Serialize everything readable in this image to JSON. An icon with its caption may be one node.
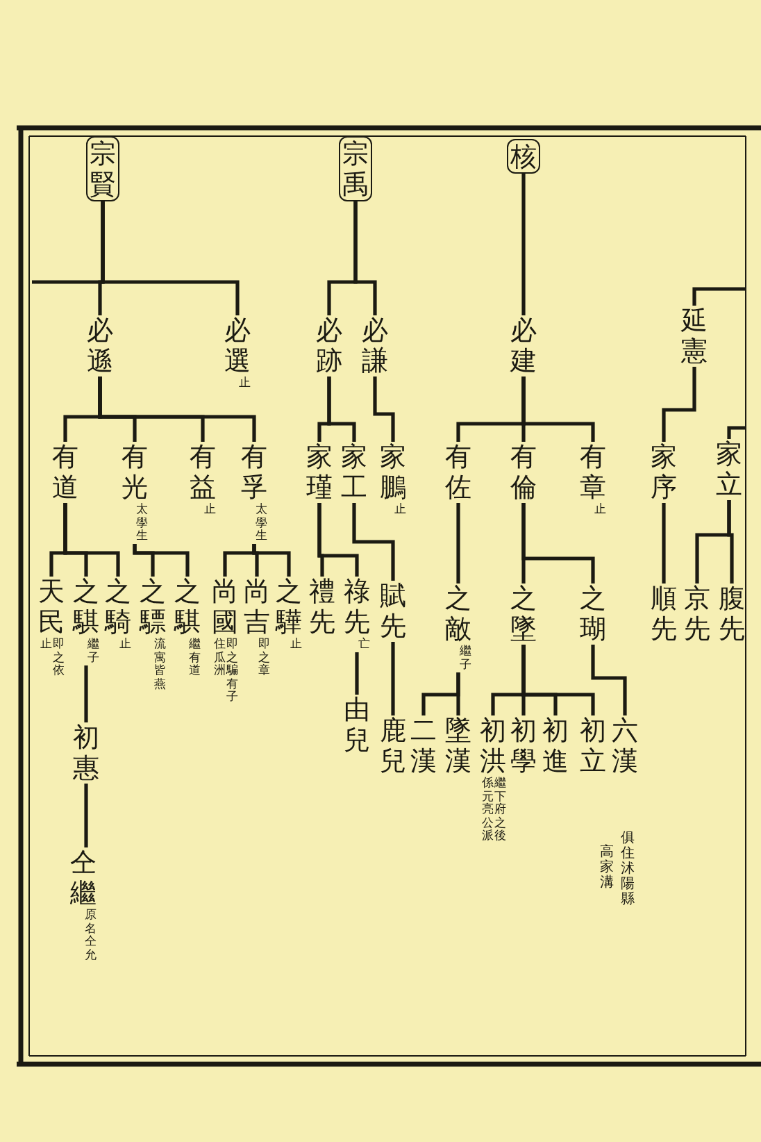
{
  "diagram": {
    "nodes": [
      {
        "text": [
          "宗賢"
        ]
      },
      {
        "text": [
          "宗禹"
        ]
      },
      {
        "text": [
          "核"
        ]
      },
      {
        "text": [
          "必遜"
        ]
      },
      {
        "text": [
          "必選"
        ],
        "beside": [
          "止"
        ]
      },
      {
        "text": [
          "必跡"
        ]
      },
      {
        "text": [
          "必謙"
        ]
      },
      {
        "text": [
          "必建"
        ]
      },
      {
        "text": [
          "延憲"
        ]
      },
      {
        "text": [
          "有道"
        ]
      },
      {
        "text": [
          "有光"
        ],
        "beside": [
          "太學生"
        ]
      },
      {
        "text": [
          "有益"
        ],
        "beside": [
          "止"
        ]
      },
      {
        "text": [
          "有孚"
        ],
        "beside": [
          "太學生"
        ]
      },
      {
        "text": [
          "家瑾"
        ]
      },
      {
        "text": [
          "家工"
        ]
      },
      {
        "text": [
          "家鵬"
        ],
        "beside": [
          "止"
        ]
      },
      {
        "text": [
          "有佐"
        ]
      },
      {
        "text": [
          "有倫"
        ]
      },
      {
        "text": [
          "有章"
        ],
        "beside": [
          "止"
        ]
      },
      {
        "text": [
          "家序"
        ]
      },
      {
        "text": [
          "家立"
        ]
      },
      {
        "text": [
          "天民"
        ],
        "beside": [
          "即之依",
          "止"
        ]
      },
      {
        "text": [
          "之騏"
        ],
        "beside": [
          "繼子"
        ]
      },
      {
        "text": [
          "之騎"
        ],
        "beside": [
          "止"
        ]
      },
      {
        "text": [
          "之驃"
        ],
        "beside": [
          "流寓皆燕"
        ]
      },
      {
        "text": [
          "之騏"
        ],
        "beside": [
          "繼有道"
        ]
      },
      {
        "text": [
          "尚國"
        ],
        "beside": [
          "即之騙有子",
          "住瓜洲"
        ]
      },
      {
        "text": [
          "尚吉"
        ],
        "beside": [
          "即之章"
        ]
      },
      {
        "text": [
          "之驊"
        ],
        "beside": [
          "止"
        ]
      },
      {
        "text": [
          "禮先"
        ]
      },
      {
        "text": [
          "祿先"
        ],
        "beside": [
          "亡"
        ]
      },
      {
        "text": [
          "賦先"
        ]
      },
      {
        "text": [
          "之敵"
        ],
        "beside": [
          "繼子"
        ]
      },
      {
        "text": [
          "之墜"
        ]
      },
      {
        "text": [
          "之瑚"
        ]
      },
      {
        "text": [
          "順先"
        ]
      },
      {
        "text": [
          "京先"
        ]
      },
      {
        "text": [
          "腹先"
        ]
      },
      {
        "text": [
          "初惠"
        ]
      },
      {
        "text": [
          "由兒"
        ]
      },
      {
        "text": [
          "鹿兒"
        ]
      },
      {
        "text": [
          "二漢"
        ]
      },
      {
        "text": [
          "墜漢"
        ]
      },
      {
        "text": [
          "初洪"
        ],
        "beside": [
          "繼下府之後",
          "係元亮公派"
        ]
      },
      {
        "text": [
          "初學"
        ]
      },
      {
        "text": [
          "初進"
        ]
      },
      {
        "text": [
          "初立"
        ]
      },
      {
        "text": [
          "六漢"
        ]
      },
      {
        "text": [
          "仝繼"
        ],
        "beside": [
          "原名仝允"
        ]
      }
    ],
    "edges": [
      {
        "from": 0,
        "to": null,
        "arrow": "none"
      },
      {
        "from": 0,
        "to": 3,
        "arrow": "none"
      },
      {
        "from": 0,
        "to": 4,
        "arrow": "none"
      },
      {
        "from": 1,
        "to": 5,
        "arrow": "none"
      },
      {
        "from": 1,
        "to": 6,
        "arrow": "none"
      },
      {
        "from": 2,
        "to": 7,
        "arrow": "none"
      },
      {
        "from": null,
        "to": 8,
        "arrow": "none"
      },
      {
        "from": 3,
        "to": 9,
        "arrow": "none"
      },
      {
        "from": 3,
        "to": 10,
        "arrow": "none"
      },
      {
        "from": 3,
        "to": 11,
        "arrow": "none"
      },
      {
        "from": 3,
        "to": 12,
        "arrow": "none"
      },
      {
        "from": 5,
        "to": 13,
        "arrow": "none"
      },
      {
        "from": 5,
        "to": 14,
        "arrow": "none"
      },
      {
        "from": 6,
        "to": 15,
        "arrow": "none"
      },
      {
        "from": 7,
        "to": 16,
        "arrow": "none"
      },
      {
        "from": 7,
        "to": 17,
        "arrow": "none"
      },
      {
        "from": 7,
        "to": 18,
        "arrow": "none"
      },
      {
        "from": 8,
        "to": 19,
        "arrow": "none"
      },
      {
        "from": null,
        "to": 20,
        "arrow": "none"
      },
      {
        "from": 9,
        "to": 21,
        "arrow": "none"
      },
      {
        "from": 9,
        "to": 22,
        "arrow": "none"
      },
      {
        "from": 9,
        "to": 23,
        "arrow": "none"
      },
      {
        "from": 10,
        "to": 24,
        "arrow": "none"
      },
      {
        "from": 10,
        "to": 25,
        "arrow": "none"
      },
      {
        "from": 12,
        "to": 26,
        "arrow": "none"
      },
      {
        "from": 12,
        "to": 27,
        "arrow": "none"
      },
      {
        "from": 12,
        "to": 28,
        "arrow": "none"
      },
      {
        "from": 13,
        "to": 29,
        "arrow": "none"
      },
      {
        "from": 13,
        "to": 30,
        "arrow": "none"
      },
      {
        "from": 14,
        "to": 31,
        "arrow": "none"
      },
      {
        "from": 16,
        "to": 32,
        "arrow": "none"
      },
      {
        "from": 17,
        "to": 33,
        "arrow": "none"
      },
      {
        "from": 17,
        "to": 34,
        "arrow": "none"
      },
      {
        "from": 19,
        "to": 35,
        "arrow": "none"
      },
      {
        "from": 20,
        "to": 36,
        "arrow": "none"
      },
      {
        "from": 20,
        "to": 37,
        "arrow": "none"
      },
      {
        "from": 22,
        "to": 38,
        "arrow": "none"
      },
      {
        "from": 30,
        "to": 39,
        "arrow": "none"
      },
      {
        "from": 31,
        "to": 40,
        "arrow": "none"
      },
      {
        "from": 32,
        "to": 41,
        "arrow": "none"
      },
      {
        "from": 32,
        "to": 42,
        "arrow": "none"
      },
      {
        "from": 33,
        "to": 43,
        "arrow": "none"
      },
      {
        "from": 33,
        "to": 44,
        "arrow": "none"
      },
      {
        "from": 33,
        "to": 45,
        "arrow": "none"
      },
      {
        "from": 33,
        "to": 46,
        "arrow": "none"
      },
      {
        "from": 34,
        "to": 47,
        "arrow": "none"
      },
      {
        "from": 38,
        "to": 48,
        "arrow": "none"
      }
    ],
    "labels": [
      "俱住沭陽縣",
      "高家溝"
    ]
  }
}
